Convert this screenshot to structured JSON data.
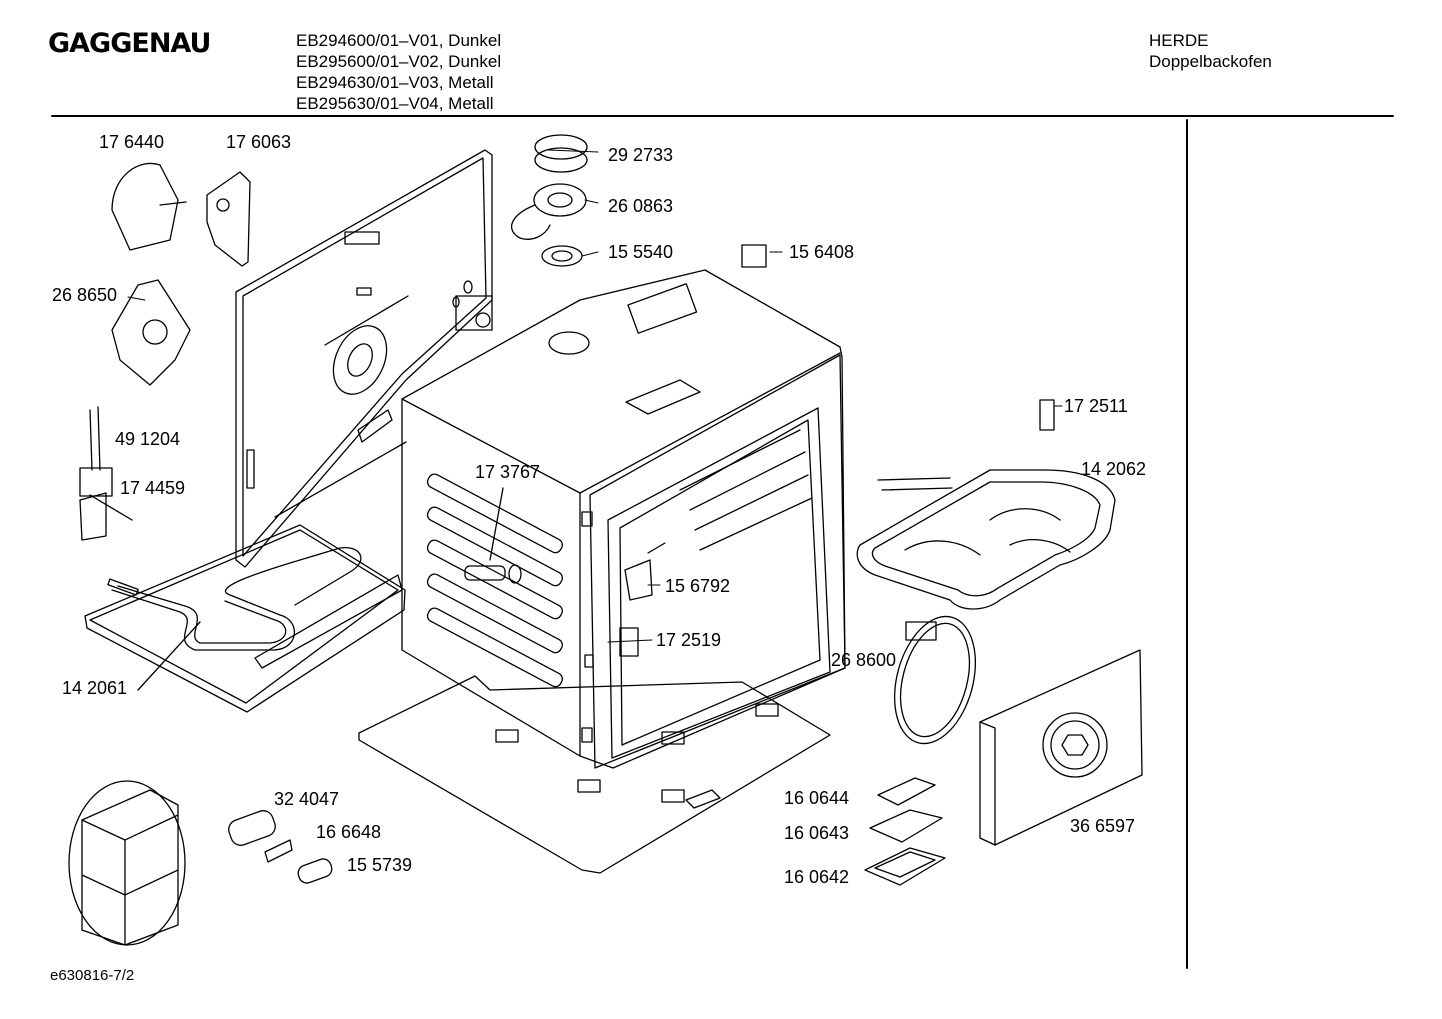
{
  "brand": "GAGGENAU",
  "models": [
    "EB294600/01–V01, Dunkel",
    "EB295600/01–V02, Dunkel",
    "EB294630/01–V03, Metall",
    "EB295630/01–V04, Metall"
  ],
  "category": {
    "line1": "HERDE",
    "line2": "Doppelbackofen"
  },
  "footer_code": "e630816-7/2",
  "parts": [
    "17 6440",
    "17 6063",
    "29 2733",
    "26 0863",
    "15 5540",
    "15 6408",
    "26 8650",
    "49 1204",
    "17 4459",
    "17 3767",
    "17 2511",
    "14 2062",
    "15 6792",
    "17 2519",
    "26 8600",
    "14 2061",
    "32 4047",
    "16 6648",
    "15 5739",
    "16 0644",
    "16 0643",
    "16 0642",
    "36 6597"
  ]
}
